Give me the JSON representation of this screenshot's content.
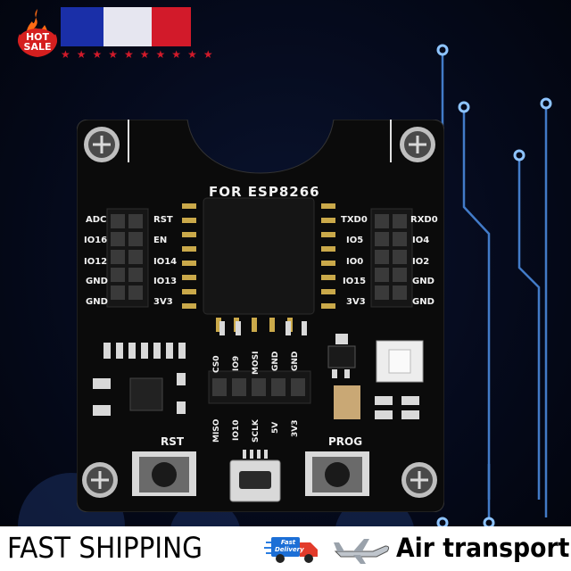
{
  "badge": {
    "text": "HOT SALE"
  },
  "board": {
    "title": "FOR ESP8266",
    "left_pins_outer": [
      "ADC",
      "IO16",
      "IO12",
      "GND",
      "GND"
    ],
    "left_pins_inner": [
      "RST",
      "EN",
      "IO14",
      "IO13",
      "3V3"
    ],
    "right_pins_inner": [
      "TXD0",
      "IO5",
      "IO0",
      "IO15",
      "3V3"
    ],
    "right_pins_outer": [
      "RXD0",
      "IO4",
      "IO2",
      "GND",
      "GND"
    ],
    "top_header": [
      "CS0",
      "IO9",
      "MOSI",
      "GND",
      "GND"
    ],
    "bottom_header": [
      "MISO",
      "IO10",
      "SCLK",
      "5V",
      "3V3"
    ],
    "button_left": "RST",
    "button_right": "PROG"
  },
  "footer": {
    "left_text": "FAST SHIPPING",
    "truck_text": "Fast Delivery",
    "right_text": "Air transport"
  },
  "colors": {
    "flag_blue": "#1a2fa8",
    "flag_red": "#d21a2a",
    "circuit": "#5fa8ff",
    "board": "#0b0b0b"
  }
}
